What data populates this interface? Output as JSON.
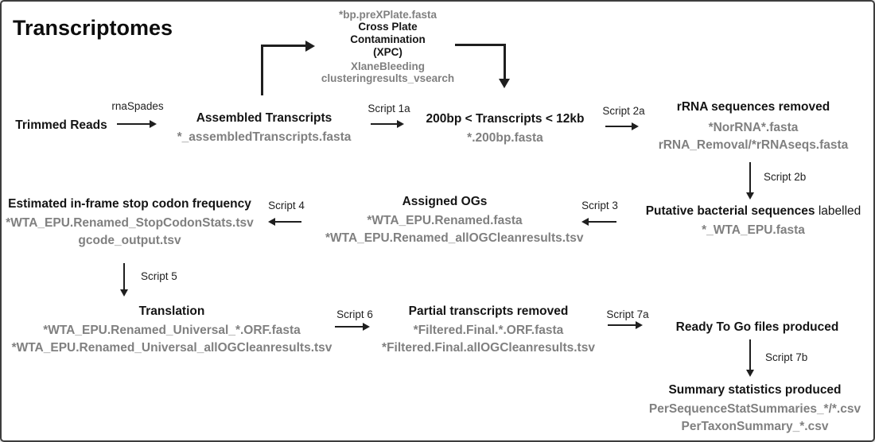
{
  "title": "Transcriptomes",
  "colors": {
    "heading_text": "#141414",
    "file_text": "#808080",
    "arrow": "#1f1f1f",
    "background": "#ffffff",
    "border": "#3d3d3d"
  },
  "nodes": {
    "trimmed_reads": {
      "title": "Trimmed Reads"
    },
    "assembled": {
      "title": "Assembled Transcripts",
      "files": [
        "*_assembledTranscripts.fasta"
      ]
    },
    "xpc": {
      "file_above": "*bp.preXPlate.fasta",
      "title_lines": [
        "Cross Plate",
        "Contamination",
        "(XPC)"
      ],
      "files": [
        "XlaneBleeding",
        "clusteringresults_vsearch"
      ]
    },
    "size_filter": {
      "title": "200bp < Transcripts < 12kb",
      "files": [
        "*.200bp.fasta"
      ]
    },
    "rrna_removed": {
      "title": "rRNA sequences removed",
      "files": [
        "*NorRNA*.fasta",
        "rRNA_Removal/*rRNAseqs.fasta"
      ]
    },
    "bacterial_labelled": {
      "title_bold": "Putative bacterial sequences",
      "title_regular": " labelled",
      "files": [
        "*_WTA_EPU.fasta"
      ]
    },
    "assigned_ogs": {
      "title": "Assigned OGs",
      "files": [
        "*WTA_EPU.Renamed.fasta",
        "*WTA_EPU.Renamed_allOGCleanresults.tsv"
      ]
    },
    "stop_codon": {
      "title": "Estimated in-frame stop codon frequency",
      "files": [
        "*WTA_EPU.Renamed_StopCodonStats.tsv",
        "gcode_output.tsv"
      ]
    },
    "translation": {
      "title": "Translation",
      "files": [
        "*WTA_EPU.Renamed_Universal_*.ORF.fasta",
        "*WTA_EPU.Renamed_Universal_allOGCleanresults.tsv"
      ]
    },
    "partial_removed": {
      "title": "Partial transcripts removed",
      "files": [
        "*Filtered.Final.*.ORF.fasta",
        "*Filtered.Final.allOGCleanresults.tsv"
      ]
    },
    "ready_to_go": {
      "title": "Ready To Go files produced"
    },
    "summary_stats": {
      "title": "Summary statistics produced",
      "files": [
        "PerSequenceStatSummaries_*/*.csv",
        "PerTaxonSummary_*.csv"
      ]
    }
  },
  "arrows": {
    "rnaspades": {
      "label": "rnaSpades"
    },
    "script_1a": {
      "label": "Script 1a"
    },
    "script_2a": {
      "label": "Script 2a"
    },
    "script_2b": {
      "label": "Script 2b"
    },
    "script_3": {
      "label": "Script 3"
    },
    "script_4": {
      "label": "Script 4"
    },
    "script_5": {
      "label": "Script 5"
    },
    "script_6": {
      "label": "Script 6"
    },
    "script_7a": {
      "label": "Script 7a"
    },
    "script_7b": {
      "label": "Script 7b"
    }
  }
}
